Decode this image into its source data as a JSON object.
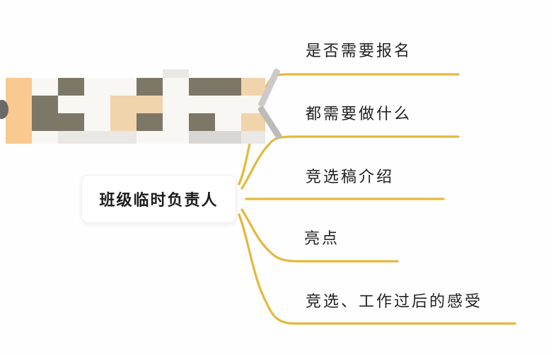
{
  "mindmap": {
    "root": {
      "label": "班级临时负责人"
    },
    "branches": [
      {
        "label": "是否需要报名"
      },
      {
        "label": "都需要做什么"
      },
      {
        "label": "竞选稿介绍"
      },
      {
        "label": "亮点"
      },
      {
        "label": "竞选、工作过后的感受"
      }
    ],
    "line_color": "#e3b93c",
    "text_color": "#1c1c1c",
    "node_background": "#ffffff"
  },
  "censored_image": {
    "palette": {
      "O": "#f8c990",
      "D": "#7c7767",
      "W": "#f8f7f3",
      "T": "#f0d4ac",
      "L": "#e9e8e4",
      "G": "#d8d7d3"
    },
    "grid": [
      [
        "_",
        "_",
        "_",
        "_",
        "_",
        "_",
        "L",
        "_",
        "_",
        "_",
        "_"
      ],
      [
        "O",
        "W",
        "D",
        "W",
        "W",
        "D",
        "W",
        "D",
        "D",
        "T",
        "_"
      ],
      [
        "O",
        "D",
        "W",
        "W",
        "T",
        "T",
        "W",
        "W",
        "W",
        "W",
        "_"
      ],
      [
        "O",
        "D",
        "D",
        "W",
        "T",
        "D",
        "W",
        "D",
        "W",
        "T",
        "_"
      ],
      [
        "O",
        "W",
        "L",
        "L",
        "L",
        "W",
        "W",
        "G",
        "G",
        "L",
        "_"
      ]
    ]
  }
}
